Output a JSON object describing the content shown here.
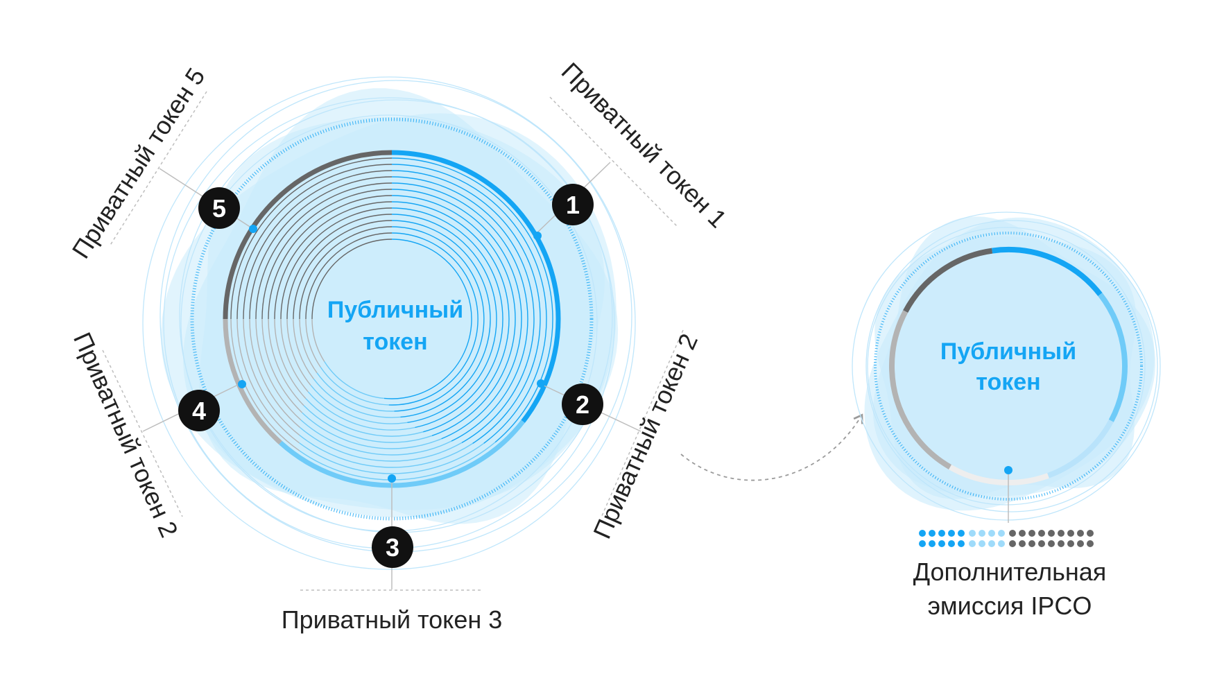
{
  "main_circle": {
    "title_line1": "Публичный",
    "title_line2": "токен"
  },
  "secondary_circle": {
    "title_line1": "Публичный",
    "title_line2": "токен",
    "caption_line1": "Дополнительная",
    "caption_line2": "эмиссия IPCO"
  },
  "nodes": [
    {
      "number": "1",
      "label": "Приватный токен 1"
    },
    {
      "number": "2",
      "label": "Приватный токен 2"
    },
    {
      "number": "3",
      "label": "Приватный токен 3"
    },
    {
      "number": "4",
      "label": "Приватный токен 2"
    },
    {
      "number": "5",
      "label": "Приватный токен 5"
    }
  ],
  "colors": {
    "blue": "#14a5f4",
    "light_blue": "#6fcbf8",
    "pale_blue": "#c9ebfc",
    "dark_gray": "#666666",
    "mid_gray": "#b3b3b3",
    "light_gray": "#eeeeee",
    "badge": "#111111"
  },
  "dot_legend": {
    "groups": [
      {
        "color": "#14a5f4",
        "columns": 5
      },
      {
        "color": "#9fdbfa",
        "columns": 4
      },
      {
        "color": "#666666",
        "columns": 9
      }
    ],
    "rows": 2
  }
}
